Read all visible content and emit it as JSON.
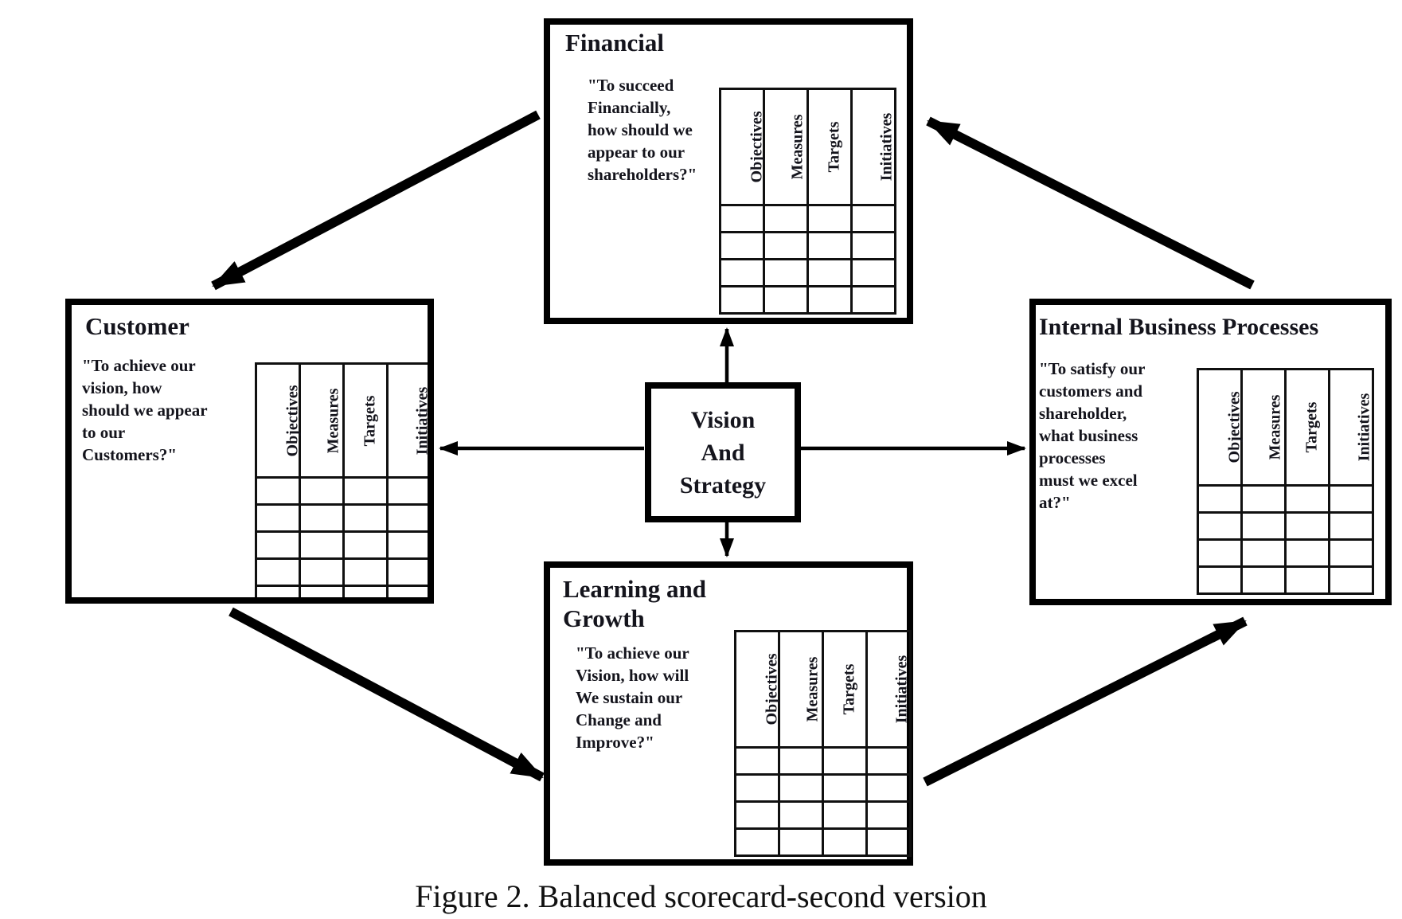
{
  "figure": {
    "caption": "Figure 2. Balanced scorecard-second version"
  },
  "center_box": {
    "label": "Vision\nAnd\nStrategy"
  },
  "table": {
    "columns": [
      "Objectives",
      "Measures",
      "Targets",
      "Initiatives"
    ]
  },
  "perspectives": {
    "financial": {
      "title": "Financial",
      "question": "\"To succeed\nFinancially,\nhow should we\nappear to our\nshareholders?\""
    },
    "customer": {
      "title": "Customer",
      "question": "\"To achieve our\nvision, how\nshould we appear\nto our\nCustomers?\""
    },
    "internal": {
      "title": "Internal Business Processes",
      "question": "\"To satisfy our\ncustomers and\nshareholder,\nwhat business\nprocesses\nmust we excel\nat?\""
    },
    "learning": {
      "title": "Learning and\nGrowth",
      "question": "\"To achieve our\nVision, how will\nWe sustain our\nChange and\nImprove?\""
    }
  }
}
